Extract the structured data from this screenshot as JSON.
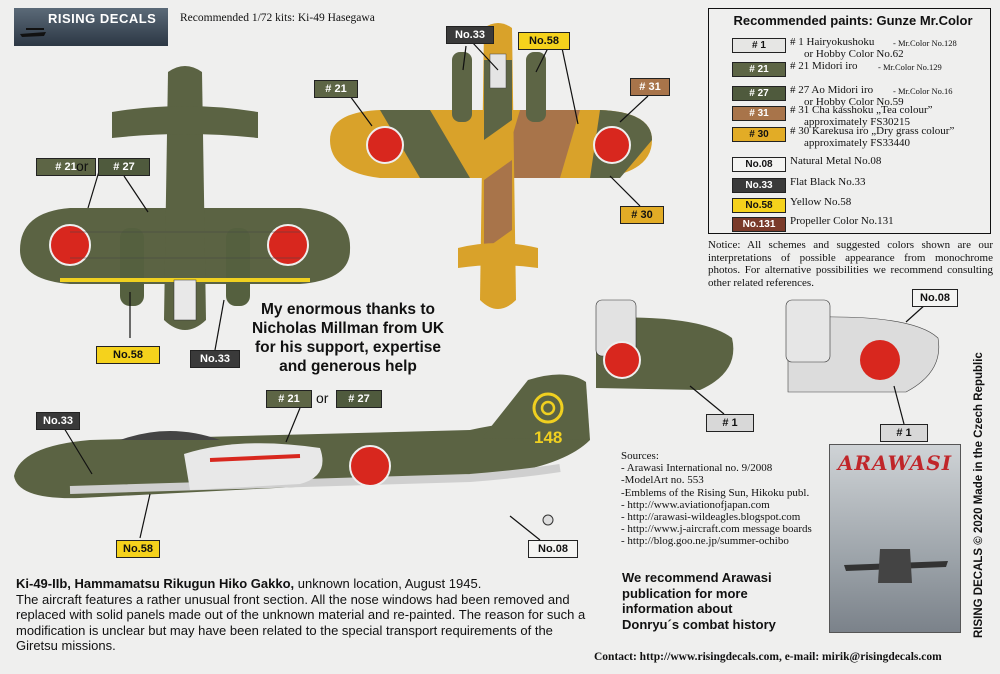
{
  "brand": {
    "logo_text": "RISING DECALS"
  },
  "kits": "Recommended 1/72 kits:  Ki-49 Hasegawa",
  "paints": {
    "title": "Recommended paints: Gunze Mr.Color",
    "items": [
      {
        "code": "# 1",
        "lines": [
          "# 1 Hairyokushoku",
          "or Hobby Color No.62"
        ],
        "note": "- Mr.Color No.128",
        "color": "#e6e6e4"
      },
      {
        "code": "# 21",
        "lines": [
          "# 21 Midori iro"
        ],
        "note": "- Mr.Color No.129",
        "color": "#5d6545"
      },
      {
        "code": "# 27",
        "lines": [
          "# 27 Ao Midori iro",
          "or  Hobby Color No.59"
        ],
        "note": "- Mr.Color No.16",
        "color": "#4f5a3d"
      },
      {
        "code": "# 31",
        "lines": [
          "# 31 Cha kasshoku „Tea colour”",
          "approximately FS30215"
        ],
        "note": "",
        "color": "#a8744a"
      },
      {
        "code": "# 30",
        "lines": [
          "# 30 Karekusa iro „Dry grass colour”",
          "approximately FS33440"
        ],
        "note": "",
        "color": "#e2ac26"
      },
      {
        "code": "No.08",
        "lines": [
          "Natural Metal No.08"
        ],
        "note": "",
        "color": "#f4f4f2"
      },
      {
        "code": "No.33",
        "lines": [
          "Flat Black No.33"
        ],
        "note": "",
        "color": "#3a3a3a"
      },
      {
        "code": "No.58",
        "lines": [
          "Yellow No.58"
        ],
        "note": "",
        "color": "#f5d21c"
      },
      {
        "code": "No.131",
        "lines": [
          "Propeller Color No.131"
        ],
        "note": "",
        "color": "#7a3a2a"
      }
    ]
  },
  "notice": "Notice: All schemes and suggested colors shown are our interpretations of possible appearance from monochrome photos. For alternative possibilities we recommend consulting other related references.",
  "thanks": [
    "My enormous thanks to",
    "Nicholas Millman from UK",
    "for his support, expertise",
    "and generous help"
  ],
  "callouts": {
    "c21a": "# 21",
    "or1": "or",
    "c27a": "# 27",
    "c58a": "No.58",
    "c33a": "No.33",
    "c21b": "# 21",
    "c33b": "No.33",
    "c58b": "No.58",
    "c31": "# 31",
    "c30": "# 30",
    "c21c": "# 21",
    "or2": "or",
    "c27c": "# 27",
    "c33c": "No.33",
    "c58c": "No.58",
    "c08a": "No.08",
    "c08b": "No.08",
    "c1a": "# 1",
    "c1b": "# 1"
  },
  "tail_number": "148",
  "sources": {
    "heading": "Sources:",
    "items": [
      "- Arawasi International no. 9/2008",
      "-ModelArt no. 553",
      "-Emblems of the Rising Sun, Hikoku publ.",
      "- http://www.aviationofjapan.com",
      "- http://arawasi-wildeagles.blogspot.com",
      "- http://www.j-aircraft.com message boards",
      "- http://blog.goo.ne.jp/summer-ochibo"
    ]
  },
  "recommend": [
    "We recommend Arawasi",
    "publication for more",
    "information about",
    "Donryu´s combat history"
  ],
  "book": {
    "title": "ARAWASI"
  },
  "caption": {
    "bold": "Ki-49-IIb, Hammamatsu Rikugun Hiko Gakko,",
    "rest": " unknown location, August 1945.",
    "body": "The aircraft features a rather unusual front section. All the nose windows had been removed and replaced with solid panels made out of the unknown material and re-painted. The reason for such a modification is unclear but may have been related to the special transport requirements of the Giretsu missions."
  },
  "contact": "Contact: http://www.risingdecals.com, e-mail: mirik@risingdecals.com",
  "vertical_credit": "RISING DECALS © 2020 Made in the Czech Republic"
}
